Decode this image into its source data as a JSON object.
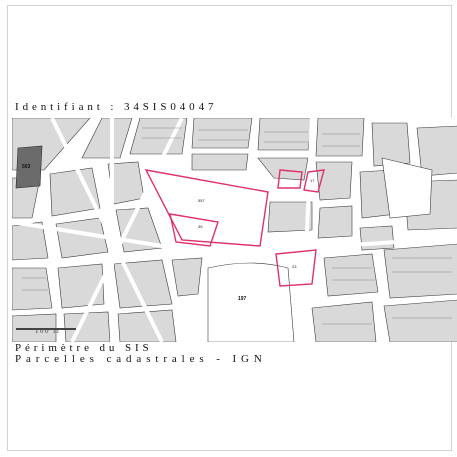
{
  "identifier_line": "Identifiant : 34SIS04047",
  "legend": {
    "perimeter_label": "Périmètre du SIS",
    "parcels_label": "Parcelles cadastrales - IGN"
  },
  "scale_bar": {
    "label": "100 m"
  },
  "parcel_numbers": {
    "left_block": "503",
    "site_main": "557",
    "lower_block": "197",
    "site_inner": "35",
    "site_small": "23",
    "north_small": "17"
  },
  "colors": {
    "perimeter": "#e0316e",
    "map_bg": "#ffffff",
    "parcel_fill": "#d9d9d9",
    "parcel_stroke": "#3a3a3a"
  }
}
